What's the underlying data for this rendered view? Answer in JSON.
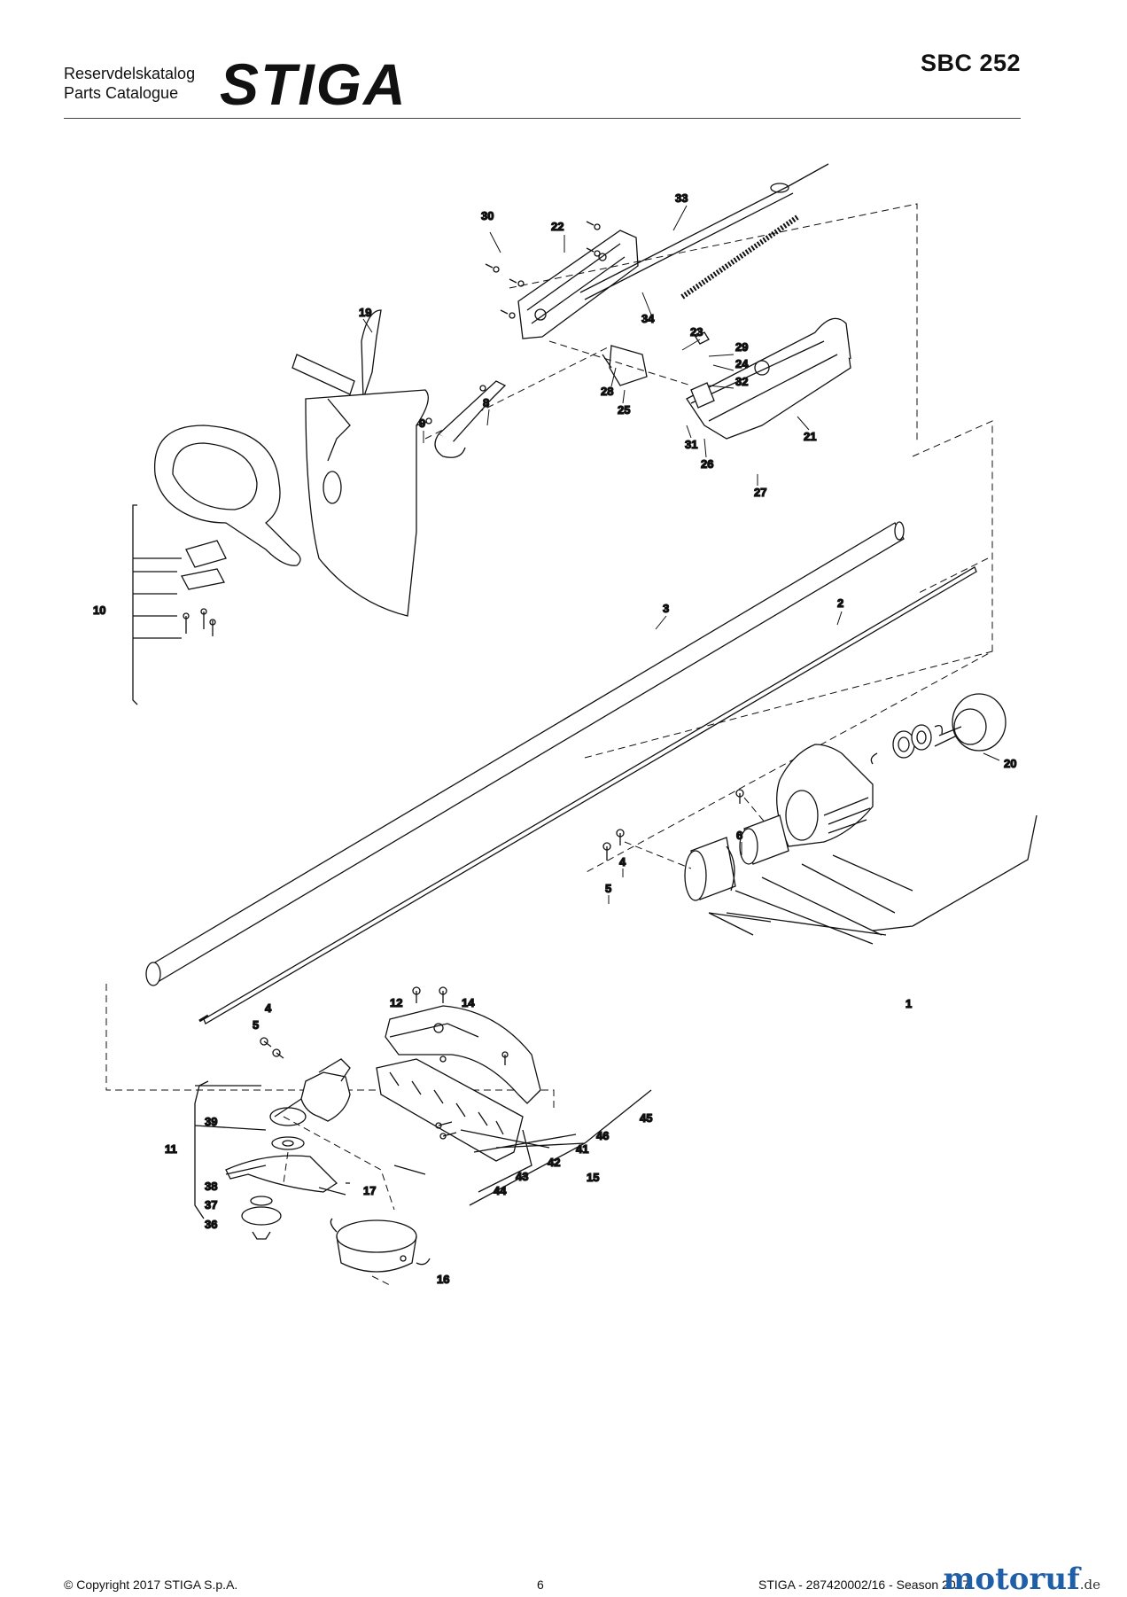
{
  "header": {
    "title_line1": "Reservdelskatalog",
    "title_line2": "Parts Catalogue",
    "brand": "STIGA",
    "model": "SBC 252"
  },
  "diagram": {
    "callouts": [
      "1",
      "2",
      "3",
      "4",
      "5",
      "6",
      "8",
      "9",
      "10",
      "11",
      "12",
      "14",
      "15",
      "16",
      "17",
      "19",
      "20",
      "21",
      "22",
      "23",
      "24",
      "25",
      "26",
      "27",
      "28",
      "29",
      "30",
      "31",
      "32",
      "33",
      "34",
      "36",
      "37",
      "38",
      "39",
      "4",
      "5",
      "41",
      "42",
      "43",
      "44",
      "45",
      "46"
    ]
  },
  "footer": {
    "copyright": "© Copyright 2017 STIGA S.p.A.",
    "page_number": "6",
    "doc_ref": "STIGA - 287420002/16 - Season 2017"
  },
  "watermark": {
    "name": "motoruf",
    "tld": ".de"
  },
  "colors": {
    "ink": "#111111",
    "rule": "#444444",
    "watermark": "#1e5fa8"
  }
}
